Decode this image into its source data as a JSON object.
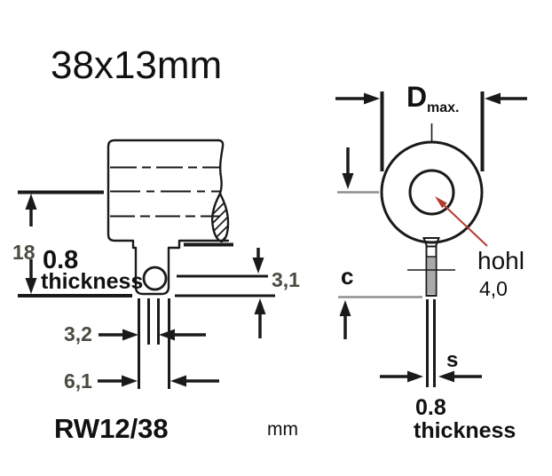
{
  "figure": {
    "title": "38x13mm",
    "model": "RW12/38",
    "units_label": "mm",
    "colors": {
      "line": "#1a1a1a",
      "dim_text": "#4b4b41",
      "gray_line": "#8f8f8f",
      "stem_fill": "#a9a9a9",
      "callout_red": "#b23b2e",
      "background": "#ffffff"
    },
    "left_view": {
      "dim_height": "18",
      "thickness_value": "0.8",
      "thickness_label": "thickness",
      "dim_hole_offset": "3,1",
      "dim_tab_width": "3,2",
      "dim_leg_span": "6,1"
    },
    "right_view": {
      "dim_diameter_label": "D",
      "dim_diameter_sub": "max.",
      "dim_c_label": "c",
      "hollow_label": "hohl",
      "hollow_value": "4,0",
      "dim_s_label": "s",
      "thickness_value": "0.8",
      "thickness_label": "thickness"
    }
  }
}
